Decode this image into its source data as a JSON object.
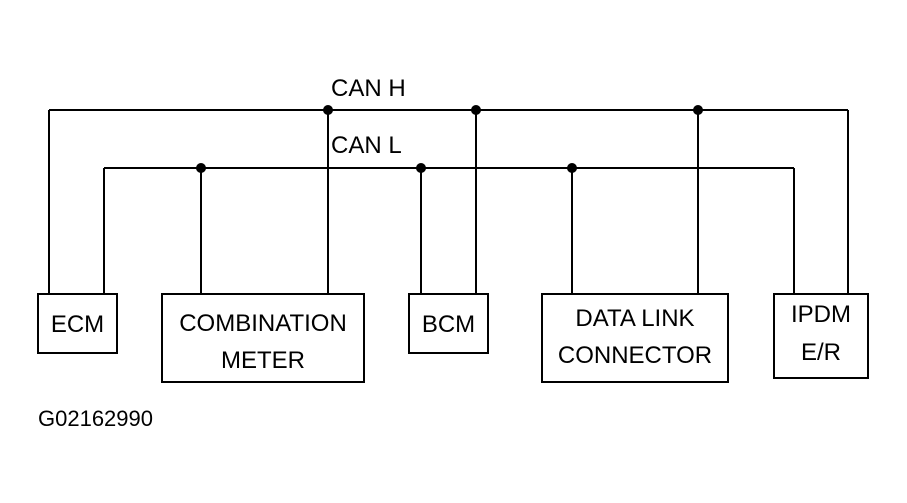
{
  "bus": {
    "high_label": "CAN H",
    "low_label": "CAN L"
  },
  "modules": {
    "ecm": {
      "line1": "ECM"
    },
    "combination_meter": {
      "line1": "COMBINATION",
      "line2": "METER"
    },
    "bcm": {
      "line1": "BCM"
    },
    "data_link_connector": {
      "line1": "DATA LINK",
      "line2": "CONNECTOR"
    },
    "ipdm": {
      "line1": "IPDM",
      "line2": "E/R"
    }
  },
  "figure_id": "G02162990",
  "colors": {
    "line": "#000000",
    "background": "#ffffff"
  }
}
